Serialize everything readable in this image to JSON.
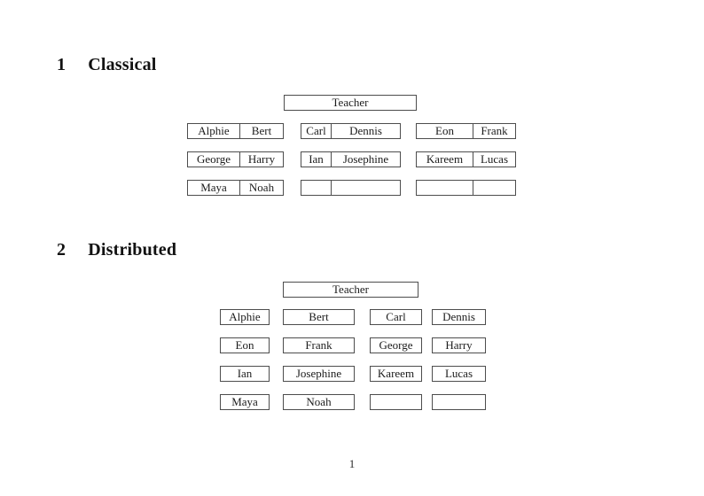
{
  "document": {
    "page_number": "1",
    "sections": [
      {
        "number": "1",
        "title": "Classical",
        "teacher_label": "Teacher",
        "desk_rows": [
          [
            [
              "Alphie",
              "Bert"
            ],
            [
              "Carl",
              "Dennis"
            ],
            [
              "Eon",
              "Frank"
            ]
          ],
          [
            [
              "George",
              "Harry"
            ],
            [
              "Ian",
              "Josephine"
            ],
            [
              "Kareem",
              "Lucas"
            ]
          ],
          [
            [
              "Maya",
              "Noah"
            ],
            [
              "",
              ""
            ],
            [
              "",
              ""
            ]
          ]
        ]
      },
      {
        "number": "2",
        "title": "Distributed",
        "teacher_label": "Teacher",
        "desk_rows": [
          [
            "Alphie",
            "Bert",
            "Carl",
            "Dennis"
          ],
          [
            "Eon",
            "Frank",
            "George",
            "Harry"
          ],
          [
            "Ian",
            "Josephine",
            "Kareem",
            "Lucas"
          ],
          [
            "Maya",
            "Noah",
            "",
            ""
          ]
        ]
      }
    ]
  }
}
